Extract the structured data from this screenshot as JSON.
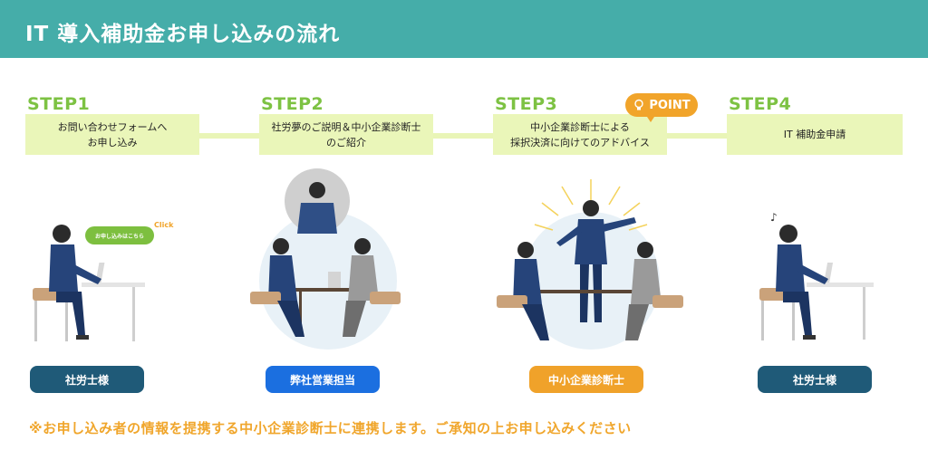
{
  "header": {
    "title": "IT 導入補助金お申し込みの流れ"
  },
  "steps": [
    {
      "label": "STEP1",
      "lines": [
        "お問い合わせフォームへ",
        "お申し込み"
      ]
    },
    {
      "label": "STEP2",
      "lines": [
        "社労夢のご説明＆中小企業診断士",
        "のご紹介"
      ]
    },
    {
      "label": "STEP3",
      "lines": [
        "中小企業診断士による",
        "採択決済に向けてのアドバイス"
      ]
    },
    {
      "label": "STEP4",
      "lines": [
        "IT 補助金申請"
      ]
    }
  ],
  "point": {
    "label": "POINT"
  },
  "illustration": {
    "apply_bubble": "お申し込みはこちら",
    "click": "Click"
  },
  "roles": [
    {
      "label": "社労士様",
      "color": "#1f5a78"
    },
    {
      "label": "弊社営業担当",
      "color": "#1b6fe0"
    },
    {
      "label": "中小企業診断士",
      "color": "#f0a22a"
    },
    {
      "label": "社労士様",
      "color": "#1f5a78"
    }
  ],
  "colors": {
    "header": "#45ada9",
    "step": "#7dc243",
    "box": "#eaf6b9",
    "accent": "#f1a42a"
  },
  "footnote": "※お申し込み者の情報を提携する中小企業診断士に連携します。ご承知の上お申し込みください"
}
